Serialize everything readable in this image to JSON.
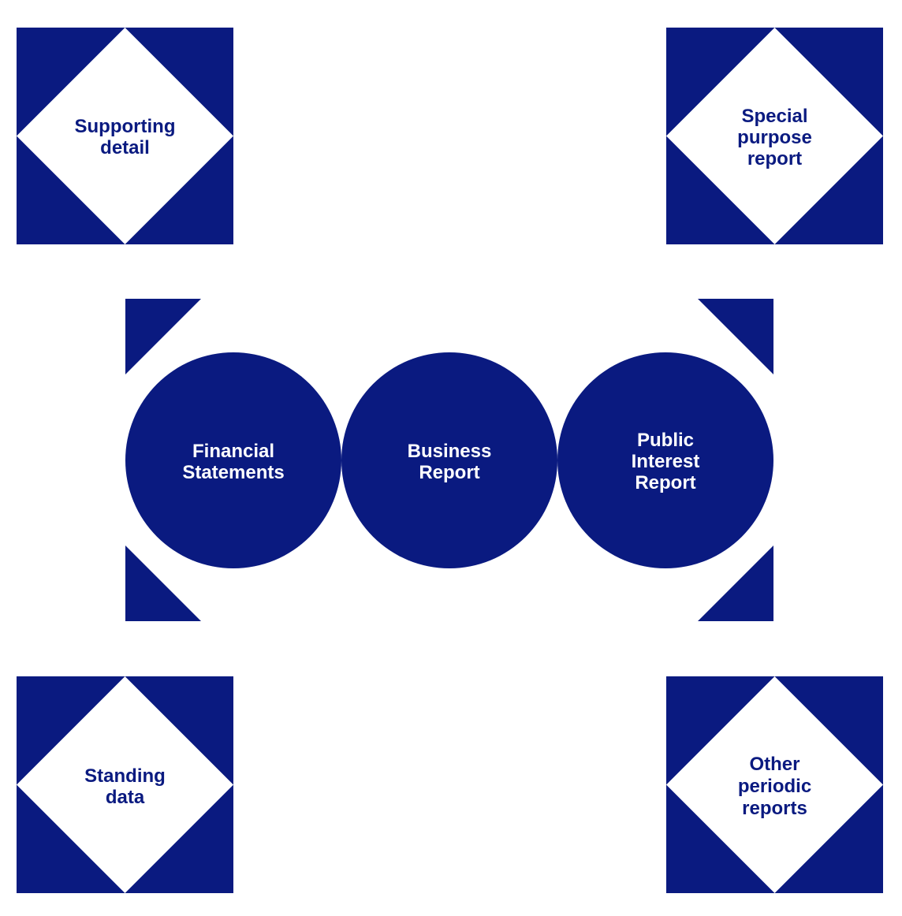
{
  "colors": {
    "primary": "#0a1a80",
    "background": "#ffffff"
  },
  "corner_boxes": {
    "top_left": {
      "lines": [
        "Supporting",
        "detail"
      ]
    },
    "top_right": {
      "lines": [
        "Special",
        "purpose",
        "report"
      ]
    },
    "bottom_left": {
      "lines": [
        "Standing",
        "data"
      ]
    },
    "bottom_right": {
      "lines": [
        "Other",
        "periodic",
        "reports"
      ]
    }
  },
  "circles": {
    "left": {
      "lines": [
        "Financial",
        "Statements"
      ]
    },
    "center": {
      "lines": [
        "Business",
        "Report"
      ]
    },
    "right": {
      "lines": [
        "Public",
        "Interest",
        "Report"
      ]
    }
  }
}
